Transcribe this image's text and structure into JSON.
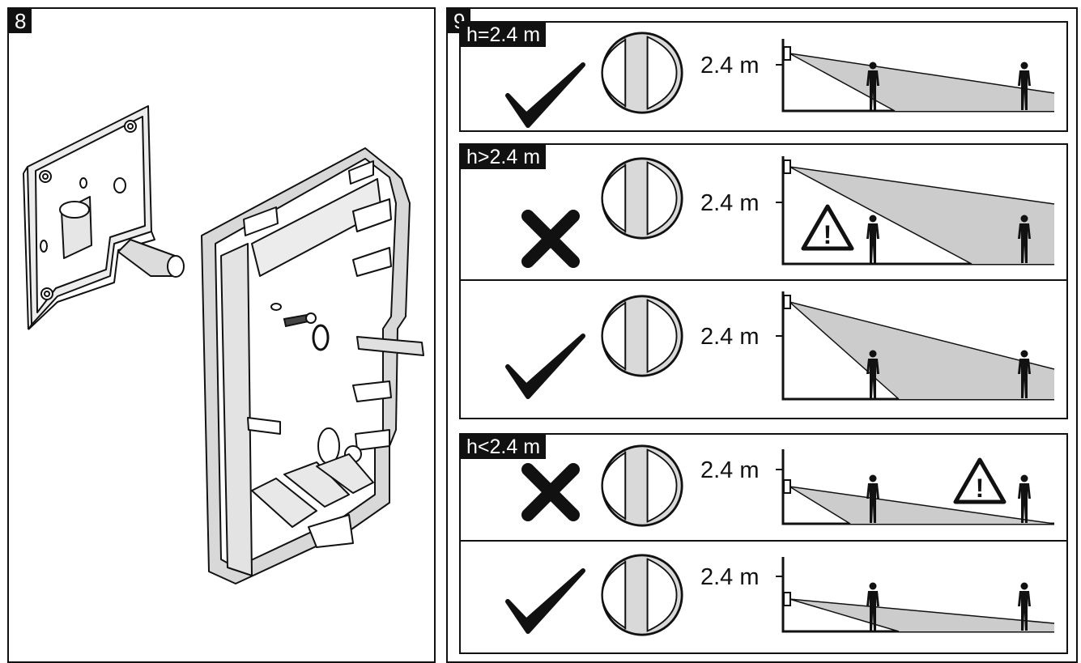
{
  "figure8": {
    "number": "8"
  },
  "figure9": {
    "number": "9",
    "sections": [
      {
        "tag": "h=2.4 m"
      },
      {
        "tag": "h>2.4 m"
      },
      {
        "tag": "h<2.4 m"
      }
    ],
    "rows": [
      {
        "height_label": "2.4 m",
        "status": "correct"
      },
      {
        "height_label": "2.4 m",
        "status": "incorrect",
        "warning": true
      },
      {
        "height_label": "2.4 m",
        "status": "correct"
      },
      {
        "height_label": "2.4 m",
        "status": "incorrect",
        "warning": true
      },
      {
        "height_label": "2.4 m",
        "status": "correct"
      }
    ]
  },
  "colors": {
    "ink": "#111111",
    "beam": "#cccccc",
    "body": "#e6e6e6"
  },
  "icons": [
    "checkmark-icon",
    "cross-icon",
    "warning-triangle-icon",
    "level-bubble-icon",
    "person-icon",
    "detector-icon"
  ]
}
